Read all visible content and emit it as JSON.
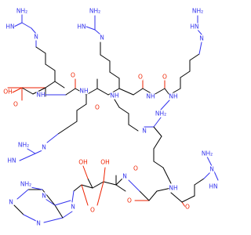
{
  "colors": {
    "carbon_bond": "#000000",
    "nitrogen": "#3333ee",
    "oxygen": "#ee2200",
    "background": "#ffffff"
  },
  "labels": [
    {
      "id": "nh2-g1",
      "text": "NH₂",
      "element": "N"
    },
    {
      "id": "hn-g1",
      "text": "HN",
      "element": "N"
    },
    {
      "id": "n-g1",
      "text": "N",
      "element": "N"
    },
    {
      "id": "oh-acid",
      "text": "OH",
      "element": "O"
    },
    {
      "id": "o-acid",
      "text": "O",
      "element": "O"
    },
    {
      "id": "nh-1",
      "text": "NH",
      "element": "N"
    },
    {
      "id": "o-1",
      "text": "O",
      "element": "O"
    },
    {
      "id": "nh2-g2",
      "text": "NH₂",
      "element": "N"
    },
    {
      "id": "hn-g2",
      "text": "HN",
      "element": "N"
    },
    {
      "id": "n-g2",
      "text": "N",
      "element": "N"
    },
    {
      "id": "nh-2",
      "text": "NH",
      "element": "N"
    },
    {
      "id": "o-2",
      "text": "O",
      "element": "O"
    },
    {
      "id": "nh2-g3",
      "text": "NH₂",
      "element": "N"
    },
    {
      "id": "hn-g3",
      "text": "HN",
      "element": "N"
    },
    {
      "id": "n-g3",
      "text": "N",
      "element": "N"
    },
    {
      "id": "nh-3",
      "text": "NH",
      "element": "N"
    },
    {
      "id": "o-3",
      "text": "O",
      "element": "O"
    },
    {
      "id": "nh-4",
      "text": "NH",
      "element": "N"
    },
    {
      "id": "o-4",
      "text": "O",
      "element": "O"
    },
    {
      "id": "nh2-g4",
      "text": "NH₂",
      "element": "N"
    },
    {
      "id": "hn-g4",
      "text": "HN",
      "element": "N"
    },
    {
      "id": "n-g4",
      "text": "N",
      "element": "N"
    },
    {
      "id": "nh-5",
      "text": "NH",
      "element": "N"
    },
    {
      "id": "nh2-g5",
      "text": "NH₂",
      "element": "N"
    },
    {
      "id": "n-g5",
      "text": "N",
      "element": "N"
    },
    {
      "id": "nh2-ade",
      "text": "NH₂",
      "element": "N"
    },
    {
      "id": "n-ade1",
      "text": "N",
      "element": "N"
    },
    {
      "id": "n-ade2",
      "text": "N",
      "element": "N"
    },
    {
      "id": "n-ade3",
      "text": "N",
      "element": "N"
    },
    {
      "id": "n-ade4",
      "text": "N",
      "element": "N"
    },
    {
      "id": "oh-1",
      "text": "OH",
      "element": "O"
    },
    {
      "id": "oh-2",
      "text": "OH",
      "element": "O"
    },
    {
      "id": "o-ring",
      "text": "O",
      "element": "O"
    },
    {
      "id": "o-5",
      "text": "O",
      "element": "O"
    },
    {
      "id": "n-6",
      "text": "N",
      "element": "N"
    },
    {
      "id": "o-6",
      "text": "O",
      "element": "O"
    },
    {
      "id": "nh-6",
      "text": "NH",
      "element": "N"
    },
    {
      "id": "o-7",
      "text": "O",
      "element": "O"
    },
    {
      "id": "nh2-g6",
      "text": "NH₂",
      "element": "N"
    },
    {
      "id": "n-g6",
      "text": "N",
      "element": "N"
    },
    {
      "id": "hn-g6",
      "text": "HN",
      "element": "N"
    }
  ]
}
